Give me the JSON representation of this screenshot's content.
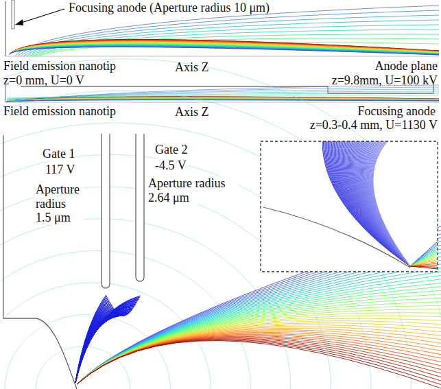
{
  "diagram": {
    "labels": [
      "Focusing anode (Aperture radius 10 μm)",
      "Field emission nanotip",
      "z=0 mm, U=0 V",
      "Axis Z",
      "Anode plane",
      "z=9.8mm, U=100 kV",
      "Field emission nanotip",
      "Axis Z",
      "Focusing anode",
      "z=0.3-0.4 mm, U=1130 V",
      "Gate 1",
      "117 V",
      "Aperture radius 1.5 μm",
      "Gate 2",
      "-4.5 V",
      "Aperture radius 2.64 μm"
    ]
  }
}
